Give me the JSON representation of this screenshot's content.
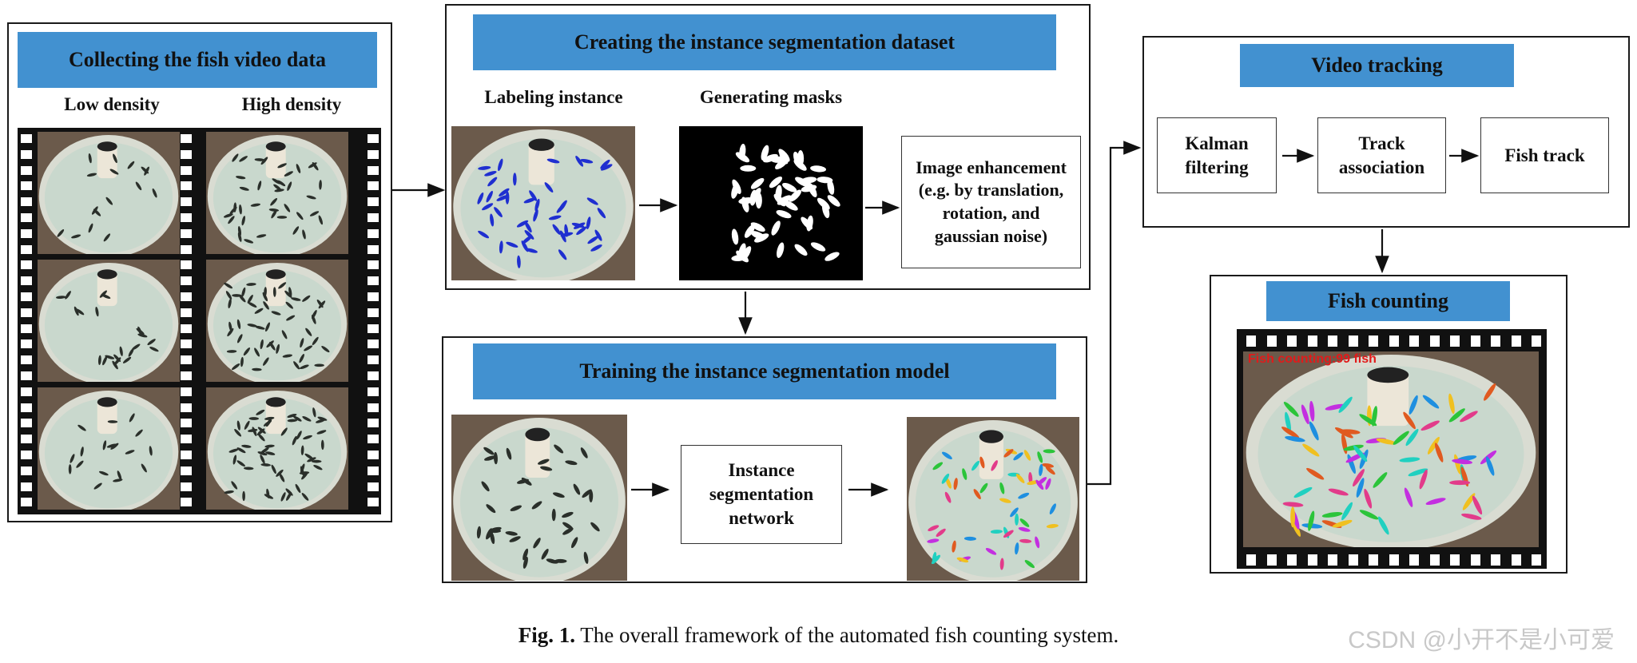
{
  "collect": {
    "title": "Collecting the fish video data",
    "low_label": "Low density",
    "high_label": "High density"
  },
  "dataset": {
    "title": "Creating the instance segmentation dataset",
    "label_instance": "Labeling instance",
    "label_masks": "Generating masks",
    "enhance_line1": "Image enhancement",
    "enhance_line2": "(e.g. by translation,",
    "enhance_line3": "rotation, and",
    "enhance_line4": "gaussian noise)"
  },
  "training": {
    "title": "Training the instance segmentation model",
    "network_line1": "Instance",
    "network_line2": "segmentation",
    "network_line3": "network"
  },
  "tracking": {
    "title": "Video tracking",
    "kalman_line1": "Kalman",
    "kalman_line2": "filtering",
    "assoc_line1": "Track",
    "assoc_line2": "association",
    "fish_track": "Fish track"
  },
  "counting": {
    "title": "Fish counting",
    "overlay": "Fish counting:99 fish"
  },
  "caption": {
    "prefix": "Fig. 1.",
    "text": " The overall framework of the automated fish counting system."
  },
  "watermark": "CSDN @小开不是小可爱",
  "colors": {
    "title_bar": "#4291d0",
    "label_blue": "#1f2fd0",
    "overlay_red": "#e21a1a"
  }
}
